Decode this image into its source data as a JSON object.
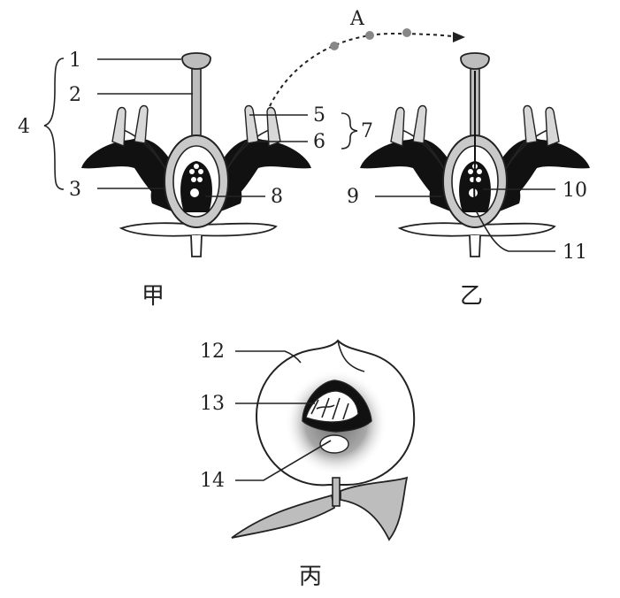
{
  "figures": {
    "jia": {
      "caption": "甲"
    },
    "yi": {
      "caption": "乙"
    },
    "bing": {
      "caption": "丙"
    }
  },
  "pollination_arrow": {
    "label": "A"
  },
  "labels": {
    "n1": "1",
    "n2": "2",
    "n3": "3",
    "n4": "4",
    "n5": "5",
    "n6": "6",
    "n7": "7",
    "n8": "8",
    "n9": "9",
    "n10": "10",
    "n11": "11",
    "n12": "12",
    "n13": "13",
    "n14": "14"
  },
  "colors": {
    "ink": "#222222",
    "petal": "#111111",
    "stigma": "#bdbdbd",
    "fruit_shade": "#9a9a9a"
  }
}
